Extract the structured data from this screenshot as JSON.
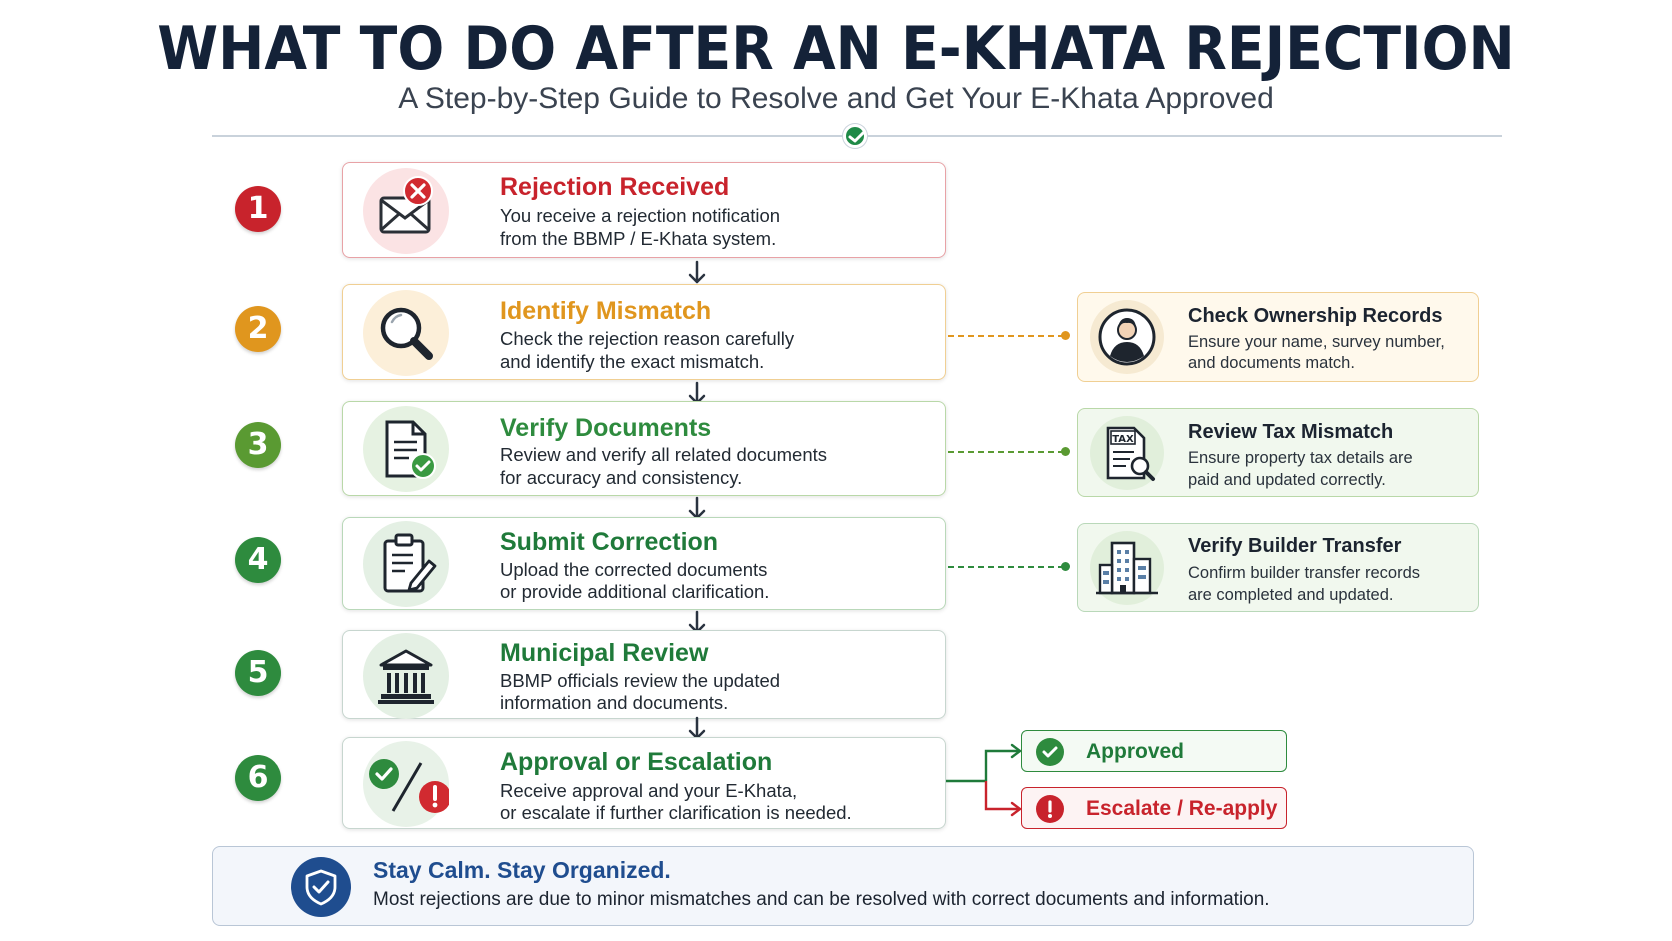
{
  "title": "WHAT TO DO AFTER AN E-KHATA REJECTION",
  "subtitle": "A Step-by-Step Guide to Resolve and Get Your E-Khata Approved",
  "colors": {
    "red": "#c8232c",
    "orange": "#e0961e",
    "green": "#2e8b3e",
    "dark_green": "#1f7a3a",
    "navy": "#142238",
    "blue": "#1f4d8f"
  },
  "steps": [
    {
      "number": "1",
      "title": "Rejection Received",
      "line1": "You receive a rejection notification",
      "line2": "from the BBMP / E-Khata system.",
      "icon": "envelope-reject-icon"
    },
    {
      "number": "2",
      "title": "Identify Mismatch",
      "line1": "Check the rejection reason carefully",
      "line2": "and identify the exact mismatch.",
      "icon": "magnifier-icon"
    },
    {
      "number": "3",
      "title": "Verify Documents",
      "line1": "Review and verify all related documents",
      "line2": "for accuracy and consistency.",
      "icon": "document-check-icon"
    },
    {
      "number": "4",
      "title": "Submit Correction",
      "line1": "Upload the corrected documents",
      "line2": "or provide additional clarification.",
      "icon": "clipboard-pen-icon"
    },
    {
      "number": "5",
      "title": "Municipal Review",
      "line1": "BBMP officials review the updated",
      "line2": "information and documents.",
      "icon": "government-building-icon"
    },
    {
      "number": "6",
      "title": "Approval or Escalation",
      "line1": "Receive approval and your E-Khata,",
      "line2": "or escalate if further clarification is needed.",
      "icon": "check-or-alert-icon"
    }
  ],
  "side_checks": [
    {
      "title": "Check Ownership Records",
      "line1": "Ensure your name, survey number,",
      "line2": "and documents match.",
      "icon": "person-icon"
    },
    {
      "title": "Review Tax Mismatch",
      "line1": "Ensure property tax details are",
      "line2": "paid and updated correctly.",
      "icon": "tax-document-icon",
      "tax_label": "TAX"
    },
    {
      "title": "Verify Builder Transfer",
      "line1": "Confirm builder transfer records",
      "line2": "are completed and updated.",
      "icon": "building-icon"
    }
  ],
  "outcomes": [
    {
      "label": "Approved",
      "icon": "check-circle-icon"
    },
    {
      "label": "Escalate / Re-apply",
      "icon": "alert-circle-icon"
    }
  ],
  "footer": {
    "title": "Stay Calm. Stay Organized.",
    "text": "Most rejections are due to minor mismatches and can be resolved with correct documents and information.",
    "icon": "shield-check-icon"
  }
}
